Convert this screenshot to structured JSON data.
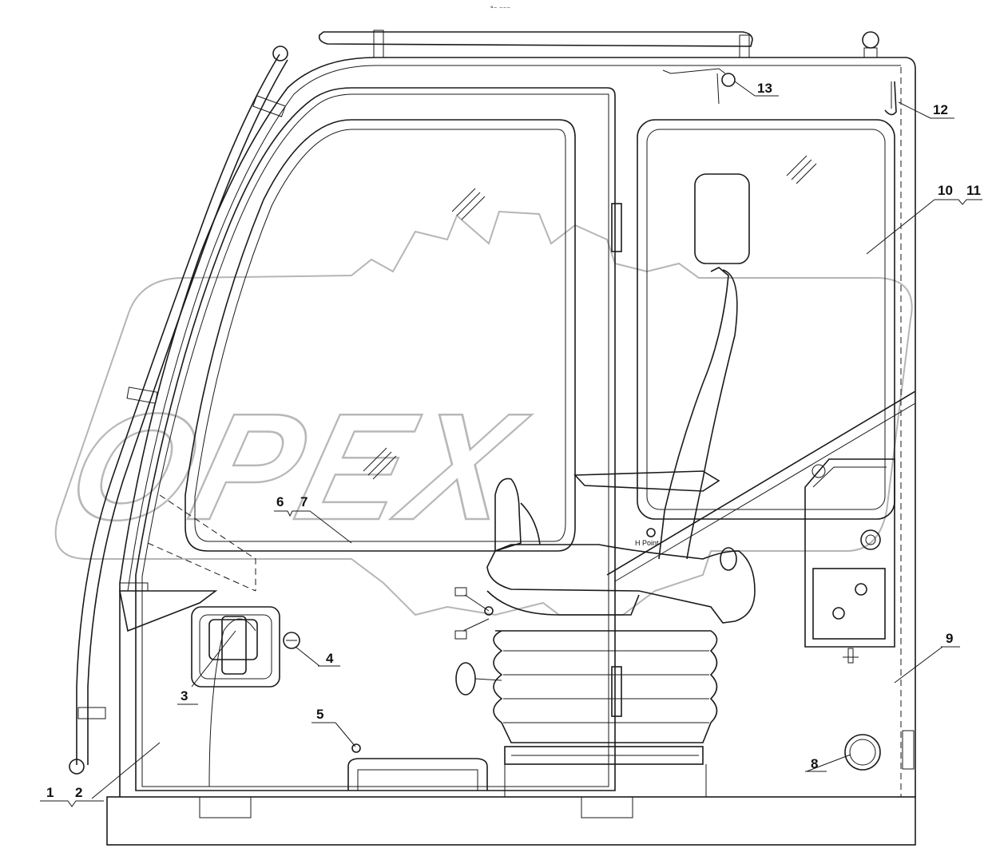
{
  "drawing": {
    "header_mark": "°⁻ ⁻⁻⁻",
    "h_point_label": "H Point",
    "watermark_text": "OPEX",
    "callouts": [
      "1",
      "2",
      "3",
      "4",
      "5",
      "6",
      "7",
      "8",
      "9",
      "10",
      "11",
      "12",
      "13"
    ]
  },
  "colors": {
    "line": "#1a1a1a",
    "watermark": "#b5b5b5",
    "background": "#ffffff"
  }
}
